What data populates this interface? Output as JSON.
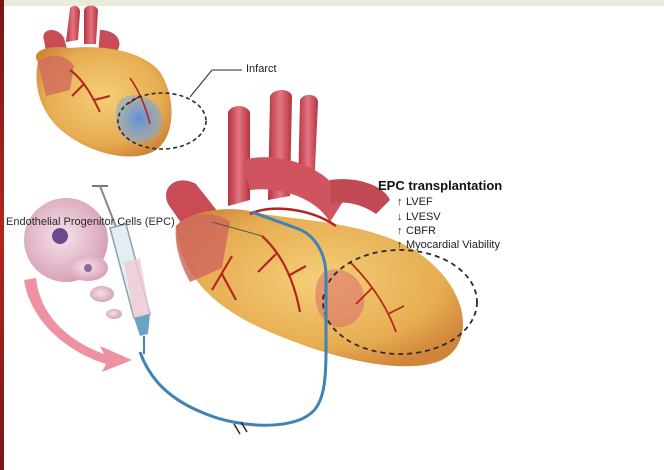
{
  "labels": {
    "infarct": "Infarct",
    "epc_cells": "Endothelial Progenitor Cells (EPC)",
    "epc_title": "EPC transplantation"
  },
  "effects": [
    {
      "direction": "up",
      "arrow": "↑",
      "text": "LVEF"
    },
    {
      "direction": "down",
      "arrow": "↓",
      "text": "LVESV"
    },
    {
      "direction": "up",
      "arrow": "↑",
      "text": "CBFR"
    },
    {
      "direction": "up",
      "arrow": "↑",
      "text": "Myocardial Viability"
    }
  ],
  "colors": {
    "myocardium": "#e9b25c",
    "vessel_red": "#cf4b57",
    "coronary": "#b3261e",
    "infarct_blue": "#5f8fcf",
    "catheter": "#3f82b5",
    "arrow_pink": "#ea7f93"
  }
}
